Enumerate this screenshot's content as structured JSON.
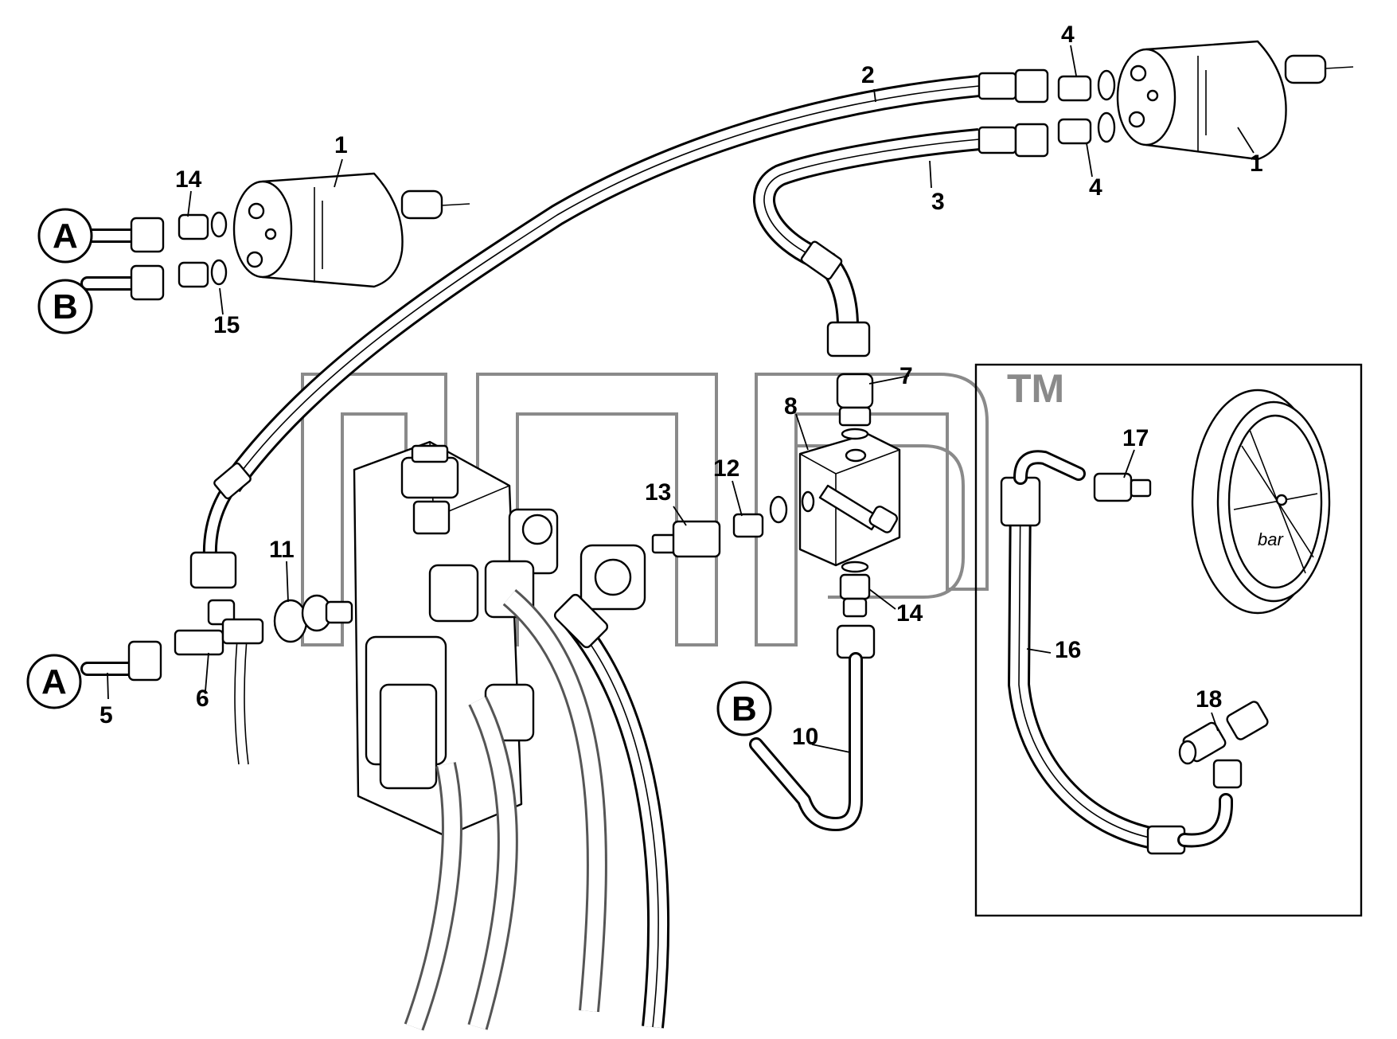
{
  "watermark": {
    "trademark": "TM"
  },
  "connectors": {
    "a_label": "A",
    "b_label": "B"
  },
  "callouts": {
    "n1": "1",
    "n2": "2",
    "n3": "3",
    "n4": "4",
    "n5": "5",
    "n6": "6",
    "n7": "7",
    "n8": "8",
    "n10": "10",
    "n11": "11",
    "n12": "12",
    "n13": "13",
    "n14": "14",
    "n15": "15",
    "n16": "16",
    "n17": "17",
    "n18": "18"
  },
  "gauge": {
    "unit": "bar"
  }
}
